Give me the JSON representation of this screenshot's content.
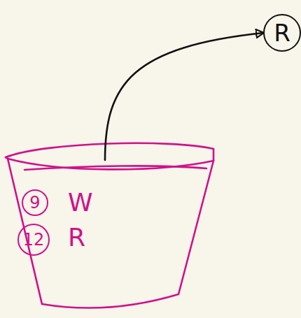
{
  "diagram": {
    "nodes": [
      {
        "text": [
          "R"
        ]
      },
      {
        "text": []
      },
      {
        "text": [
          "9"
        ],
        "in": 1
      },
      {
        "text": [
          "12"
        ],
        "in": 1
      }
    ],
    "edges": [
      {
        "from": 1,
        "to": 0,
        "arrow": "to"
      }
    ],
    "labels": [
      "W",
      "R"
    ]
  }
}
